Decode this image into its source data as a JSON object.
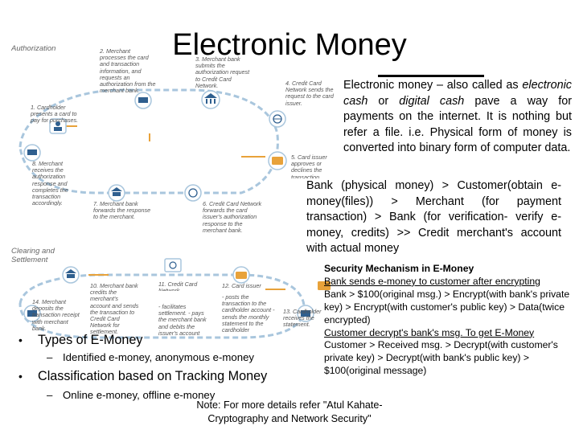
{
  "title": "Electronic Money",
  "diagram": {
    "section_authorization": "Authorization",
    "section_clearing": "Clearing and Settlement",
    "step1": "1. Cardholder presents a card to pay for purchases.",
    "step2": "2. Merchant processes the card and transaction information, and requests an authorization from the merchant bank.",
    "step3": "3. Merchant bank submits the authorization request to Credit Card Network.",
    "step4": "4. Credit Card Network sends the request to the card issuer.",
    "step5": "5. Card issuer approves or declines the transaction.",
    "step6": "6. Credit Card Network forwards the card issuer's authorization response to the merchant bank.",
    "step7": "7. Merchant bank forwards the response to the merchant.",
    "step8": "8. Merchant receives the authorization response and completes the transaction accordingly.",
    "step10": "10. Merchant bank credits the merchant's account and sends the transaction to Credit Card Network for settlement.",
    "step11": "11. Credit Card Network",
    "step11b": "- facilitates settlement. - pays the merchant bank and debits the issuer's account",
    "step12": "12. Card issuer",
    "step12b": "- posts the transaction to the cardholder account - sends the monthly statement to the cardholder",
    "step13": "13. Cardholder receives the statement.",
    "step14": "14. Merchant deposits the transaction receipt with merchant bank."
  },
  "intro_paragraph": {
    "a": "Electronic money – also called as ",
    "b": "electronic cash",
    "c": " or ",
    "d": "digital cash",
    "e": " pave a way for payments on the internet.  It is nothing but refer a file. i.e. Physical form of money is converted into binary form of computer data."
  },
  "flow_paragraph": "Bank (physical money) > Customer(obtain e-money(files)) > Merchant (for payment transaction) > Bank (for verification- verify e-money, credits) >> Credit merchant's account with actual money",
  "security": {
    "title": "Security Mechanism in E-Money",
    "line1": "Bank sends e-money to customer after encrypting",
    "line2": "Bank > $100(original msg.) > Encrypt(with bank's private key) > Encrypt(with customer's public key) > Data(twice encrypted)",
    "line3": "Customer decrypt's bank's msg. To get E-Money",
    "line4": "Customer > Received msg. > Decrypt(with customer's private key) > Decrypt(with bank's public key) > $100(original message)"
  },
  "bullets": [
    {
      "label": "Types of E-Money",
      "sub": "Identified e-money, anonymous e-money"
    },
    {
      "label": "Classification based on Tracking Money",
      "sub": "Online e-money, offline e-money"
    }
  ],
  "note": "Note: For more details refer \"Atul Kahate-Cryptography and Network Security\"",
  "colors": {
    "accent_orange": "#e8a23a",
    "diagram_blue": "#a9c6dd",
    "icon_blue": "#2f5f8f"
  }
}
